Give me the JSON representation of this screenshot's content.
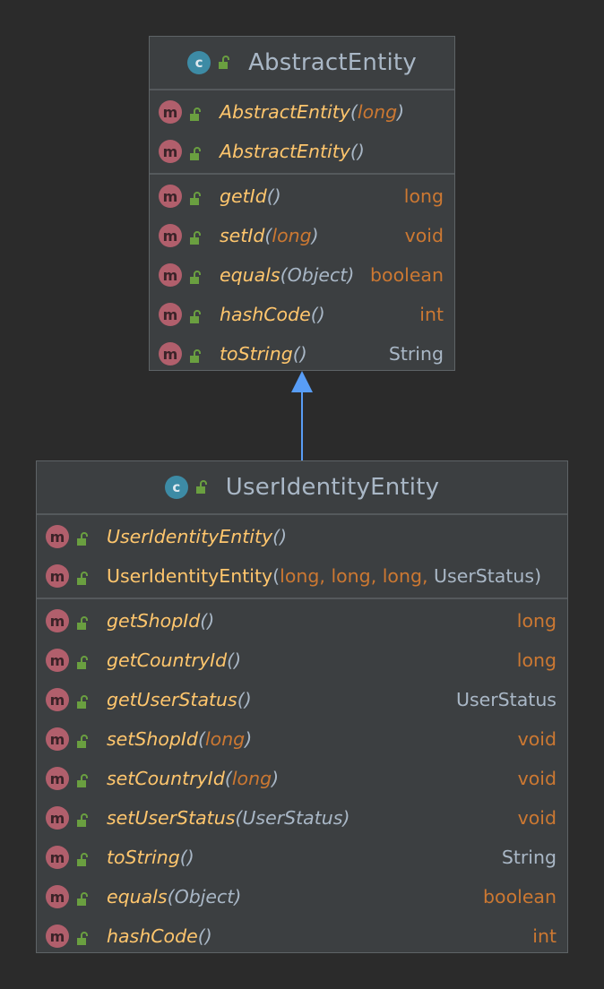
{
  "colors": {
    "background": "#2b2b2b",
    "box_fill": "#3c3f41",
    "box_border": "#5e6366",
    "class_icon": "#3d8ba5",
    "method_icon": "#b15f6c",
    "lock_icon": "#6a9f40",
    "method_name": "#ffc66d",
    "keyword_type": "#cc7832",
    "plain_text": "#a9b7c6",
    "inheritance_arrow": "#589df6"
  },
  "icons": {
    "class": "class-c-icon",
    "method": "method-m-icon",
    "visibility": "public-lock-icon",
    "class_letter": "c",
    "method_letter": "m"
  },
  "classes": [
    {
      "name": "AbstractEntity",
      "constructors": [
        {
          "name": "AbstractEntity",
          "params": [
            {
              "type": "long",
              "kind": "keyword"
            }
          ],
          "italic": true
        },
        {
          "name": "AbstractEntity",
          "params": [],
          "italic": true
        }
      ],
      "methods": [
        {
          "name": "getId",
          "params": [],
          "returns": "long",
          "return_kind": "keyword"
        },
        {
          "name": "setId",
          "params": [
            {
              "type": "long",
              "kind": "keyword"
            }
          ],
          "returns": "void",
          "return_kind": "keyword"
        },
        {
          "name": "equals",
          "params": [
            {
              "type": "Object",
              "kind": "class"
            }
          ],
          "returns": "boolean",
          "return_kind": "keyword"
        },
        {
          "name": "hashCode",
          "params": [],
          "returns": "int",
          "return_kind": "keyword"
        },
        {
          "name": "toString",
          "params": [],
          "returns": "String",
          "return_kind": "class"
        }
      ]
    },
    {
      "name": "UserIdentityEntity",
      "constructors": [
        {
          "name": "UserIdentityEntity",
          "params": [],
          "italic": true
        },
        {
          "name": "UserIdentityEntity",
          "params": [
            {
              "type": "long",
              "kind": "keyword"
            },
            {
              "type": "long",
              "kind": "keyword"
            },
            {
              "type": "long",
              "kind": "keyword"
            },
            {
              "type": "UserStatus",
              "kind": "class"
            }
          ],
          "italic": false
        }
      ],
      "methods": [
        {
          "name": "getShopId",
          "params": [],
          "returns": "long",
          "return_kind": "keyword"
        },
        {
          "name": "getCountryId",
          "params": [],
          "returns": "long",
          "return_kind": "keyword"
        },
        {
          "name": "getUserStatus",
          "params": [],
          "returns": "UserStatus",
          "return_kind": "class"
        },
        {
          "name": "setShopId",
          "params": [
            {
              "type": "long",
              "kind": "keyword"
            }
          ],
          "returns": "void",
          "return_kind": "keyword"
        },
        {
          "name": "setCountryId",
          "params": [
            {
              "type": "long",
              "kind": "keyword"
            }
          ],
          "returns": "void",
          "return_kind": "keyword"
        },
        {
          "name": "setUserStatus",
          "params": [
            {
              "type": "UserStatus",
              "kind": "class"
            }
          ],
          "returns": "void",
          "return_kind": "keyword"
        },
        {
          "name": "toString",
          "params": [],
          "returns": "String",
          "return_kind": "class"
        },
        {
          "name": "equals",
          "params": [
            {
              "type": "Object",
              "kind": "class"
            }
          ],
          "returns": "boolean",
          "return_kind": "keyword"
        },
        {
          "name": "hashCode",
          "params": [],
          "returns": "int",
          "return_kind": "keyword"
        }
      ]
    }
  ],
  "relations": [
    {
      "type": "inheritance",
      "from": "UserIdentityEntity",
      "to": "AbstractEntity"
    }
  ]
}
